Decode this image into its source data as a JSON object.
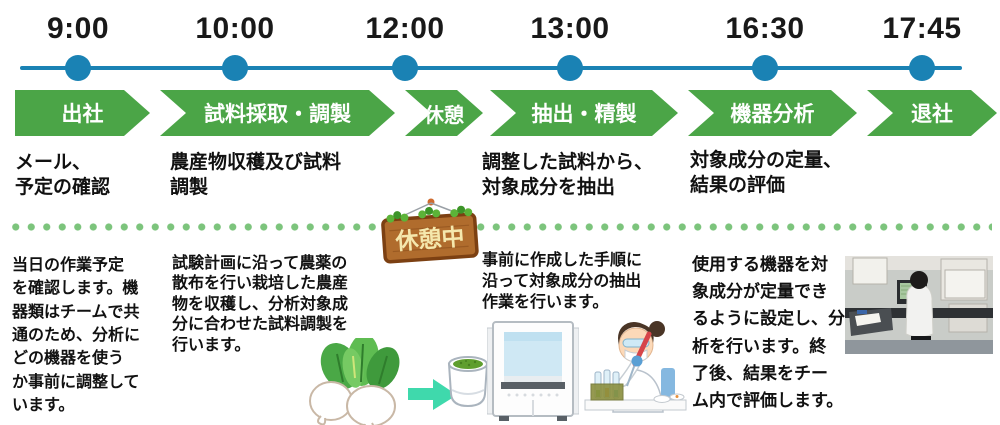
{
  "timeline": {
    "times": [
      "9:00",
      "10:00",
      "12:00",
      "13:00",
      "16:30",
      "17:45"
    ]
  },
  "phases": [
    "出社",
    "試料採取・調製",
    "休憩",
    "抽出・精製",
    "機器分析",
    "退社"
  ],
  "subtitles": {
    "arrival": "メール、\n予定の確認",
    "sampling": "農産物収穫及び試料\n調製",
    "extraction": "調整した試料から、\n対象成分を抽出",
    "analysis": "対象成分の定量、\n結果の評価"
  },
  "break_sign": {
    "label": "休憩中"
  },
  "details": {
    "arrival": "当日の作業予定\nを確認します。機\n器類はチームで共\n通のため、分析に\nどの機器を使う\nか事前に調整して\nいます。",
    "sampling": "試験計画に沿って農薬の\n散布を行い栽培した農産\n物を収穫し、分析対象成\n分に合わせた試料調製を\n行います。",
    "extraction": "事前に作成した手順に\n沿って対象成分の抽出\n作業を行います。",
    "analysis": "使用する機器を対\n象成分が定量でき\nるように設定し、分\n析を行います。終\n了後、結果をチー\nム内で評価します。"
  },
  "icons": {
    "break_sign": "wooden-break-sign",
    "vegetables": "turnips-with-leaves-illustration",
    "arrow": "process-arrow-icon",
    "bowl": "ground-sample-bowl-illustration",
    "fume_hood": "fume-hood-illustration",
    "scientist": "scientist-pipetting-illustration",
    "photo": "instrument-analysis-lab-photo"
  },
  "colors": {
    "timeline_blue": "#1a82b4",
    "phase_green": "#4ba547",
    "dotted_green": "#7cc47c",
    "sign_brown": "#b06c2d",
    "sign_text": "#f5e8ad",
    "arrow_mint": "#3fd9ac"
  }
}
